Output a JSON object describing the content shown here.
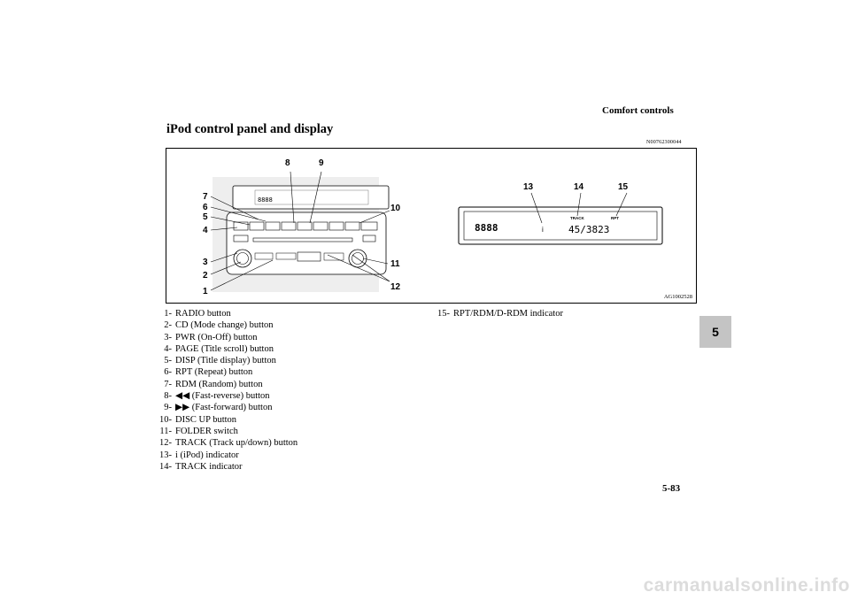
{
  "header": {
    "section": "Comfort controls"
  },
  "title": "iPod control panel and display",
  "doc_code": "N00762300044",
  "figure": {
    "id": "AG1002528",
    "callouts": [
      "1",
      "2",
      "3",
      "4",
      "5",
      "6",
      "7",
      "8",
      "9",
      "10",
      "11",
      "12",
      "13",
      "14",
      "15"
    ],
    "display_text": "45/3823",
    "display_digits": "8888",
    "indicator_i": "i",
    "indicator_track": "TRACK",
    "indicator_rpt": "RPT"
  },
  "legend": [
    {
      "num": "1-",
      "label": "RADIO button"
    },
    {
      "num": "2-",
      "label": "CD (Mode change) button"
    },
    {
      "num": "3-",
      "label": "PWR (On-Off) button"
    },
    {
      "num": "4-",
      "label": "PAGE (Title scroll) button"
    },
    {
      "num": "5-",
      "label": "DISP (Title display) button"
    },
    {
      "num": "6-",
      "label": "RPT (Repeat) button"
    },
    {
      "num": "7-",
      "label": "RDM (Random) button"
    },
    {
      "num": "8-",
      "label": "◀◀ (Fast-reverse) button"
    },
    {
      "num": "9-",
      "label": "▶▶ (Fast-forward) button"
    },
    {
      "num": "10-",
      "label": "DISC UP button"
    },
    {
      "num": "11-",
      "label": "FOLDER switch"
    },
    {
      "num": "12-",
      "label": "TRACK (Track up/down) button"
    },
    {
      "num": "13-",
      "label": "i (iPod) indicator"
    },
    {
      "num": "14-",
      "label": "TRACK indicator"
    }
  ],
  "legend_right": [
    {
      "num": "15-",
      "label": "RPT/RDM/D-RDM indicator"
    }
  ],
  "chapter_tab": "5",
  "page_number": "5-83",
  "watermark": "carmanualsonline.info"
}
